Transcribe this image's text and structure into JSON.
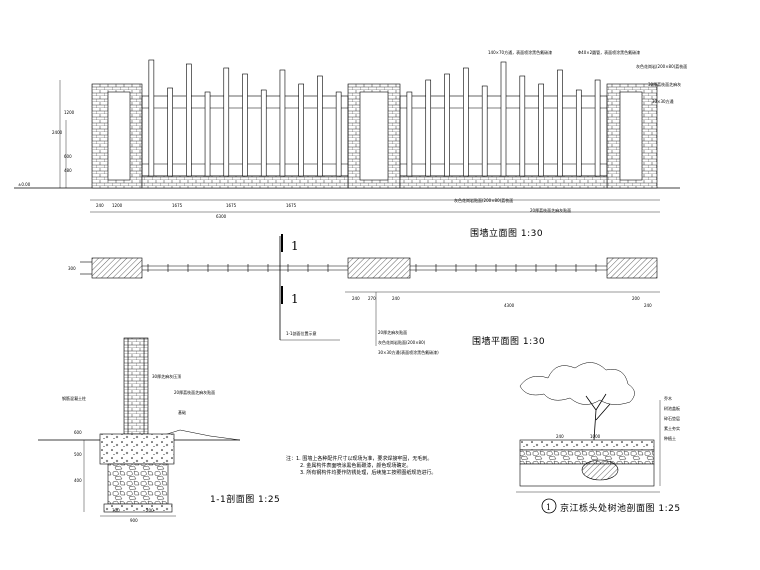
{
  "titles": {
    "elevation": "围墙立面图  1:30",
    "plan": "围墙平面图  1:30",
    "section": "1-1剖面图  1:25",
    "tree_pit": "京江栎头处树池剖面图  1:25",
    "tree_pit_index": "1"
  },
  "section_mark": "1",
  "ground_label": "±0.00",
  "elevation_dims": {
    "left_segments": [
      "240",
      "1200",
      "1675",
      "1675",
      "1675"
    ],
    "total": "6300",
    "heights": [
      "2400",
      "600",
      "480",
      "1200"
    ]
  },
  "plan_dims": {
    "segments": [
      "240",
      "270",
      "240",
      "4300",
      "200",
      "240"
    ],
    "width": "300"
  },
  "callouts": {
    "e1": "140×70方通，表面喷涂黑色氟碳漆",
    "e2": "Φ40×2圆管，表面喷涂黑色氟碳漆",
    "e3": "灰色花岗岩(200×80)荔枝面",
    "e4": "30厚荔枝面芝麻灰",
    "e5": "灰色花岗岩贴面(200×80)荔枝面",
    "e6": "20厚荔枝面芝麻灰贴面",
    "e7": "30×30方通",
    "plan1": "1-1剖面位置示意",
    "legend1": "20厚芝麻灰贴面",
    "legend2": "灰色花岗岩贴面(200×80)",
    "legend3": "30×30方通(表面喷涂黑色氟碳漆)"
  },
  "section_labels": {
    "s1": "30厚芝麻灰压顶",
    "s2": "20厚荔枝面芝麻灰贴面",
    "s3": "钢筋混凝土柱",
    "s4": "基础",
    "dims": [
      "600",
      "500",
      "400",
      "300",
      "200",
      "900"
    ]
  },
  "tree_labels": {
    "t1": "乔木",
    "t2": "树池盖板",
    "t3": "碎石垫层",
    "t4": "素土夯实",
    "t5": "种植土",
    "dims": [
      "240",
      "1000"
    ]
  },
  "notes": [
    "注：1. 围墙上各种配件尺寸以现场为准，要求焊接牢固，无毛刺。",
    "2. 金属构件表面喷涂黑色氟碳漆，颜色现场确定。",
    "3. 所有钢构件均要作防锈处理，后续施工按照图纸规范进行。"
  ]
}
